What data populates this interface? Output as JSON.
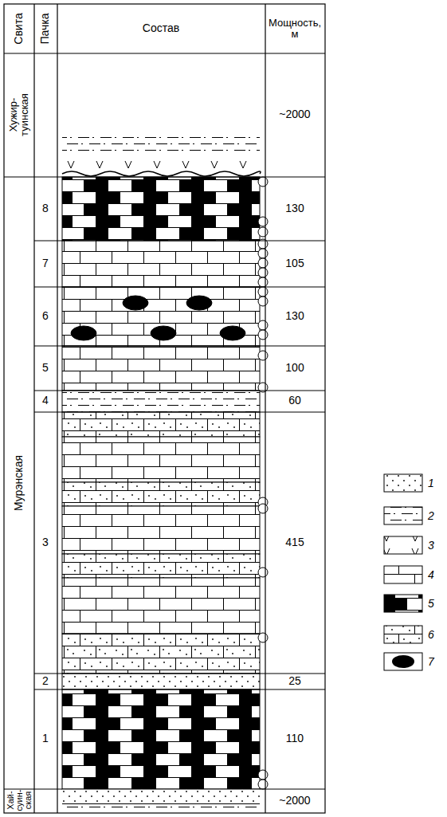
{
  "diagram": {
    "labels": [
      "Свита",
      "Пачка",
      "Состав",
      "Мощность, м",
      "Хужир- туинская",
      "Мурэнская",
      "Хай- суин- ская",
      "8",
      "7",
      "6",
      "5",
      "4",
      "3",
      "2",
      "1",
      "~2000",
      "130",
      "105",
      "130",
      "100",
      "60",
      "415",
      "25",
      "110",
      "~2000"
    ],
    "legend": [
      {
        "text": "1"
      },
      {
        "text": "2"
      },
      {
        "text": "3"
      },
      {
        "text": "4"
      },
      {
        "text": "5"
      },
      {
        "text": "6"
      },
      {
        "text": "7"
      }
    ]
  }
}
